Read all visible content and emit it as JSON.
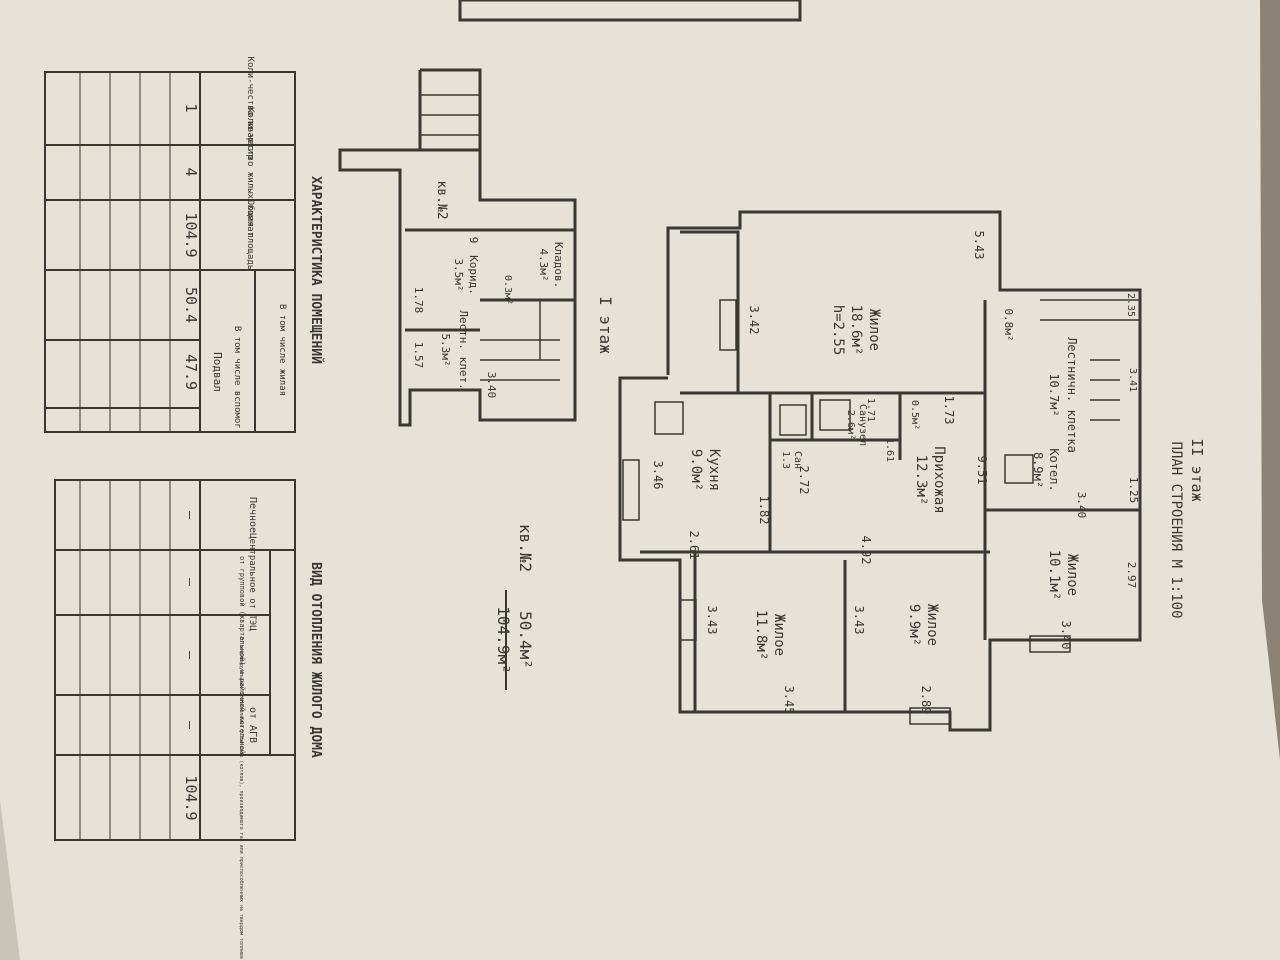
{
  "header": {
    "floor_label": "II этаж",
    "plan_title": "ПЛАН СТРОЕНИЯ  М 1:100"
  },
  "floor2_rooms": [
    {
      "name": "Жилое",
      "area": "18.6м²",
      "extra": "h=2.55"
    },
    {
      "name": "Лестничн. клетка",
      "area": "10.7м²",
      "extra": ""
    },
    {
      "name": "Прихожая",
      "area": "12.3м²",
      "extra": ""
    },
    {
      "name": "Кухня",
      "area": "9.0м²",
      "extra": ""
    },
    {
      "name": "Котел.",
      "area": "8.9м²",
      "extra": ""
    },
    {
      "name": "Жилое",
      "area": "10.1м²",
      "extra": ""
    },
    {
      "name": "Жилое",
      "area": "11.8м²",
      "extra": ""
    },
    {
      "name": "Жилое",
      "area": "9.9м²",
      "extra": ""
    },
    {
      "name": "Санузел",
      "area": "2.6м²",
      "extra": ""
    },
    {
      "name": "Сан",
      "area": "1.3",
      "extra": ""
    }
  ],
  "floor2_dims": [
    "5.43",
    "3.42",
    "2.35",
    "3.41",
    "0.8м²",
    "1.73",
    "0.5м²",
    "1.71",
    "1.61",
    "9.51",
    "2.72",
    "1.25",
    "3.40",
    "2.97",
    "3.46",
    "1.82",
    "2.61",
    "4.92",
    "3.43",
    "3.40",
    "3.43",
    "3.45",
    "2.89"
  ],
  "apartment": {
    "label": "кв.№2",
    "living": "50.4м²",
    "total": "104.9м²"
  },
  "floor1": {
    "label": "I этаж",
    "apt": "кв.№2",
    "rooms": [
      {
        "name": "Кладов.",
        "area": "4.3м²"
      },
      {
        "name": "Корид.",
        "area": "3.5м²"
      },
      {
        "name": "Лестн. клет.",
        "area": "5.3м²"
      }
    ],
    "dims": [
      "0.3м²",
      "1.78",
      "1.57",
      "3.40",
      "9"
    ]
  },
  "table1": {
    "title": "ХАРАКТЕРИСТИКА ПОМЕЩЕНИЙ",
    "headers": [
      "Коли-чество квартир",
      "Коли-чество жилых комнат",
      "Общая площадь",
      "В том числе жилая",
      "В том числе вспомог."
    ],
    "row": [
      "1",
      "4",
      "104.9",
      "50.4",
      "47.9"
    ],
    "note": "Подвал"
  },
  "table2": {
    "title": "ВИД ОТОПЛЕНИЯ ЖИЛОГО ДОМА",
    "headers": [
      "Печное",
      "Центральное от ТЭЦ",
      "от групповой (квартальной) и районной котельной",
      "от АГВ",
      "От индивидуальных отопительных установок (котлов), производимого газ или приспособленных на твердом топливе"
    ],
    "row": [
      "—",
      "—",
      "—",
      "—",
      "104.9"
    ]
  },
  "colors": {
    "paper": "#e7e2d8",
    "ink": "#3a3833",
    "background": "#8a8376"
  }
}
